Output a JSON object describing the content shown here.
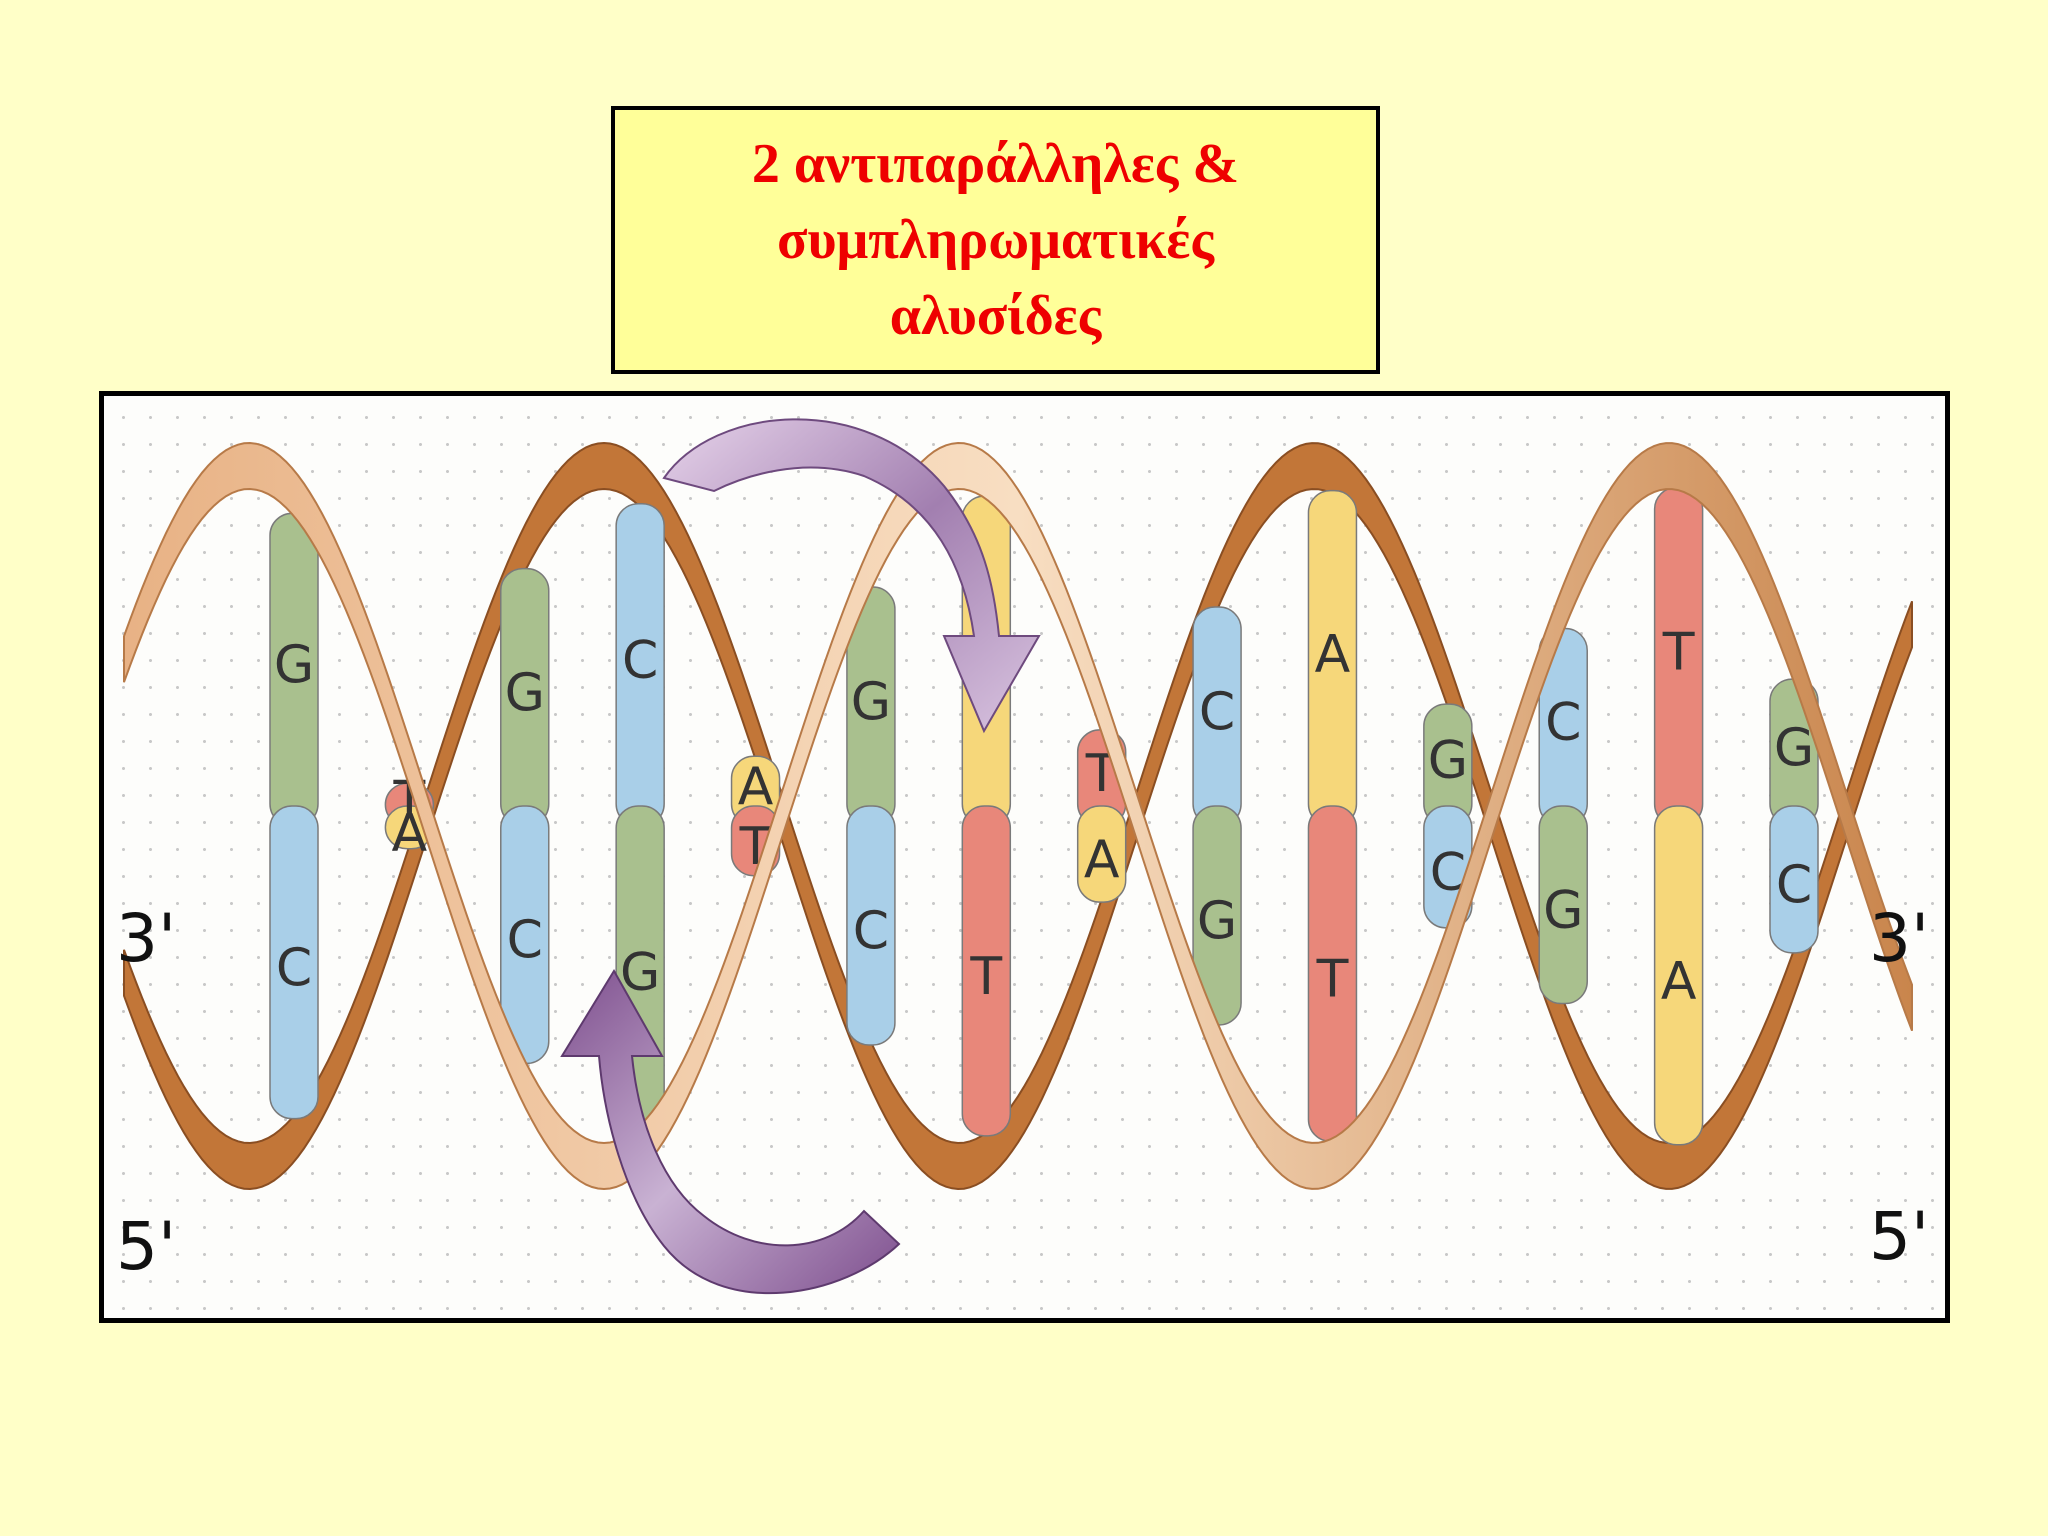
{
  "title": {
    "lines": [
      "2 αντιπαράλληλες &",
      "συμπληρωματικές",
      "αλυσίδες"
    ]
  },
  "strand_ends": {
    "left_top": "3'",
    "left_bottom": "5'",
    "right_top": "3'",
    "right_bottom": "5'"
  },
  "base_pairs": [
    {
      "top": "G",
      "bottom": "C"
    },
    {
      "top": "T",
      "bottom": "A"
    },
    {
      "top": "G",
      "bottom": "C"
    },
    {
      "top": "C",
      "bottom": "G"
    },
    {
      "top": "A",
      "bottom": "T"
    },
    {
      "top": "G",
      "bottom": "C"
    },
    {
      "top": "A",
      "bottom": "T"
    },
    {
      "top": "T",
      "bottom": "A"
    },
    {
      "top": "C",
      "bottom": "G"
    },
    {
      "top": "A",
      "bottom": "T"
    },
    {
      "top": "G",
      "bottom": "C"
    },
    {
      "top": "C",
      "bottom": "G"
    },
    {
      "top": "T",
      "bottom": "A"
    },
    {
      "top": "G",
      "bottom": "C"
    }
  ],
  "base_colors": {
    "A": "#F6D77A",
    "T": "#E8877A",
    "G": "#A9C08E",
    "C": "#A9CFE8"
  },
  "colors": {
    "ribbon_light": "#F3C9A0",
    "ribbon_dark": "#C27638",
    "arrow": "#8E6A9C"
  },
  "icons": {
    "arrows": [
      "curved-arrow-top-icon",
      "curved-arrow-bottom-icon"
    ]
  }
}
